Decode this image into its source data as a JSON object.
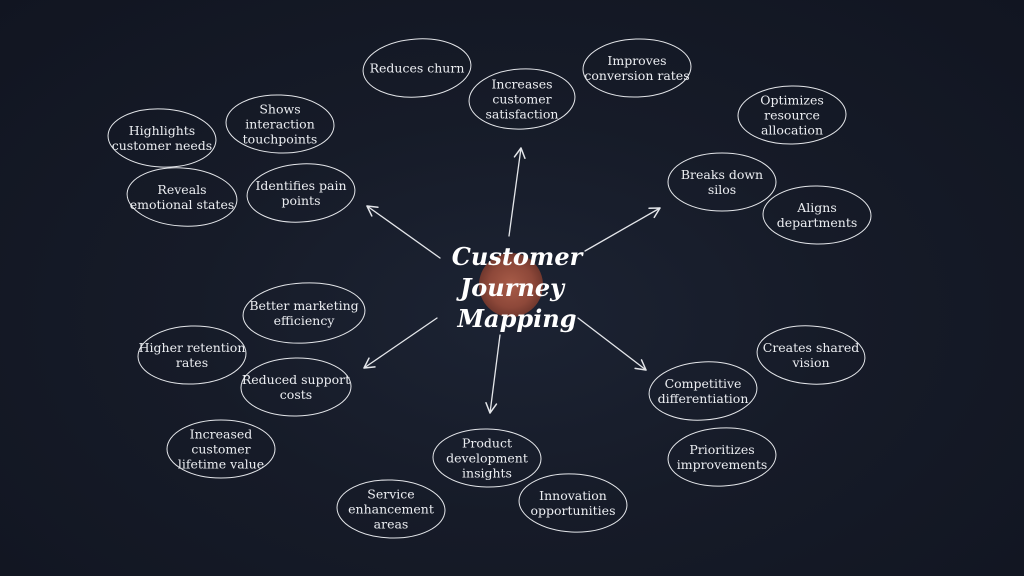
{
  "title_lines": [
    "Customer",
    "Journey",
    "Mapping"
  ],
  "colors": {
    "background": "#161b28",
    "line": "#e4e6ea",
    "moon": "#a0533f"
  },
  "bubbles": [
    {
      "id": "reduces-churn",
      "lines": [
        "Reduces churn"
      ]
    },
    {
      "id": "increases-customer-satisfaction",
      "lines": [
        "Increases",
        "customer",
        "satisfaction"
      ]
    },
    {
      "id": "improves-conversion-rates",
      "lines": [
        "Improves",
        "conversion rates"
      ]
    },
    {
      "id": "optimizes-resource-allocation",
      "lines": [
        "Optimizes",
        "resource",
        "allocation"
      ]
    },
    {
      "id": "breaks-down-silos",
      "lines": [
        "Breaks down",
        "silos"
      ]
    },
    {
      "id": "aligns-departments",
      "lines": [
        "Aligns",
        "departments"
      ]
    },
    {
      "id": "shows-interaction-touchpoints",
      "lines": [
        "Shows",
        "interaction",
        "touchpoints"
      ]
    },
    {
      "id": "highlights-customer-needs",
      "lines": [
        "Highlights",
        "customer needs"
      ]
    },
    {
      "id": "reveals-emotional-states",
      "lines": [
        "Reveals",
        "emotional states"
      ]
    },
    {
      "id": "identifies-pain-points",
      "lines": [
        "Identifies pain",
        "points"
      ]
    },
    {
      "id": "better-marketing-efficiency",
      "lines": [
        "Better marketing",
        "efficiency"
      ]
    },
    {
      "id": "higher-retention-rates",
      "lines": [
        "Higher retention",
        "rates"
      ]
    },
    {
      "id": "reduced-support-costs",
      "lines": [
        "Reduced support",
        "costs"
      ]
    },
    {
      "id": "increased-customer-lifetime-value",
      "lines": [
        "Increased",
        "customer",
        "lifetime value"
      ]
    },
    {
      "id": "product-development-insights",
      "lines": [
        "Product",
        "development",
        "insights"
      ]
    },
    {
      "id": "service-enhancement-areas",
      "lines": [
        "Service",
        "enhancement",
        "areas"
      ]
    },
    {
      "id": "innovation-opportunities",
      "lines": [
        "Innovation",
        "opportunities"
      ]
    },
    {
      "id": "creates-shared-vision",
      "lines": [
        "Creates shared",
        "vision"
      ]
    },
    {
      "id": "competitive-differentiation",
      "lines": [
        "Competitive",
        "differentiation"
      ]
    },
    {
      "id": "prioritizes-improvements",
      "lines": [
        "Prioritizes",
        "improvements"
      ]
    }
  ]
}
